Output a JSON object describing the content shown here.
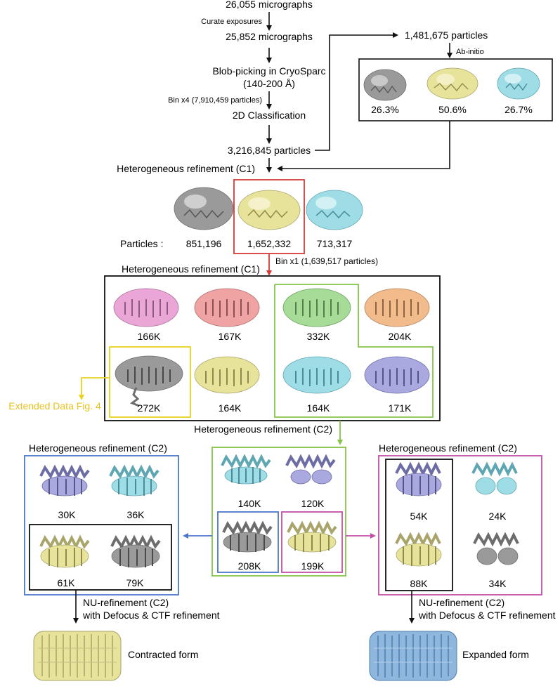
{
  "colors": {
    "gray": "#9a9a9a",
    "yellow": "#e7e39a",
    "cyan": "#9fdde6",
    "pink": "#e9a6d6",
    "salmon": "#f0a3a3",
    "green": "#a6dc98",
    "orange": "#f2bb8c",
    "purple": "#a9a9e0",
    "blue_map": "#8fb7de",
    "red": "#d63a3a",
    "green_line": "#84c447",
    "yellow_line": "#e8d21e",
    "blue_line": "#4b76c9",
    "magenta_line": "#c34fa8",
    "black": "#111111"
  },
  "pipeline": {
    "micrographs_1": "26,055 micrographs",
    "curate": "Curate exposures",
    "micrographs_2": "25,852 micrographs",
    "blob_1": "Blob-picking in CryoSparc",
    "blob_2": "(140-200 Å)",
    "bin4": "Bin x4 (7,910,459 particles)",
    "class2d": "2D Classification",
    "particles_3m": "3,216,845 particles",
    "particles_1m": "1,481,675 particles",
    "abinitio": "Ab-initio",
    "ab_pcts": [
      "26.3%",
      "50.6%",
      "26.7%"
    ],
    "hetero_c1_1": "Heterogeneous refinement (C1)",
    "particles_label": "Particles :",
    "round1_counts": [
      "851,196",
      "1,652,332",
      "713,317"
    ],
    "bin1": "Bin x1 (1,639,517 particles)",
    "hetero_c1_2": "Heterogeneous refinement (C1)",
    "round2_counts": [
      "166K",
      "167K",
      "332K",
      "204K",
      "272K",
      "164K",
      "164K",
      "171K"
    ],
    "extended": "Extended Data Fig. 4",
    "hetero_c2_mid": "Heterogeneous refinement (C2)",
    "mid_counts": [
      "140K",
      "120K",
      "208K",
      "199K"
    ],
    "left_title": "Heterogeneous refinement (C2)",
    "left_counts": [
      "30K",
      "36K",
      "61K",
      "79K"
    ],
    "right_title": "Heterogeneous refinement (C2)",
    "right_counts": [
      "54K",
      "24K",
      "88K",
      "34K"
    ],
    "nu_left_1": "NU-refinement (C2)",
    "nu_left_2": "with Defocus & CTF refinement",
    "nu_right_1": "NU-refinement (C2)",
    "nu_right_2": "with Defocus & CTF refinement",
    "contracted": "Contracted form",
    "expanded": "Expanded form"
  }
}
